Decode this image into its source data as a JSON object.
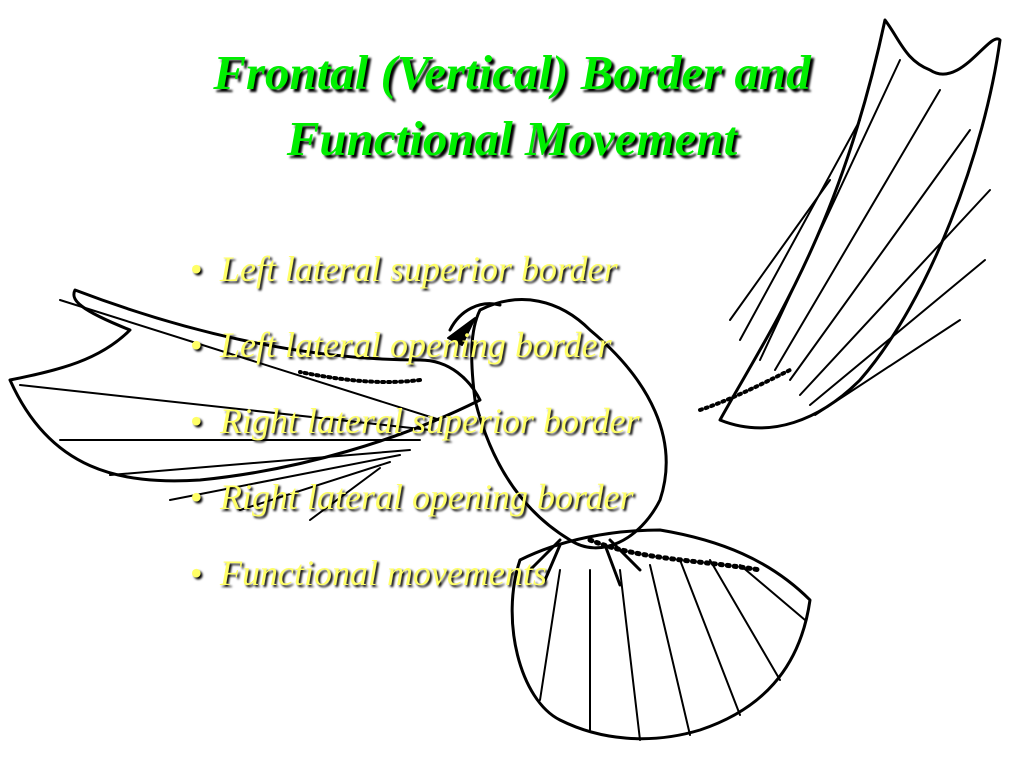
{
  "slide": {
    "title_line_1": "Frontal (Vertical) Border and",
    "title_line_2": "Functional Movement",
    "bullet_glyph": "•",
    "bullets": [
      "Left lateral superior border",
      "Left lateral opening border",
      "Right lateral superior border",
      "Right lateral opening border",
      "Functional movements"
    ]
  },
  "colors": {
    "title": "#00ee00",
    "bullet_text": "#ffff66",
    "shadow": "#000000",
    "background": "#ffffff",
    "illustration_ink": "#000000"
  },
  "illustration": {
    "icon": "dove-icon"
  }
}
